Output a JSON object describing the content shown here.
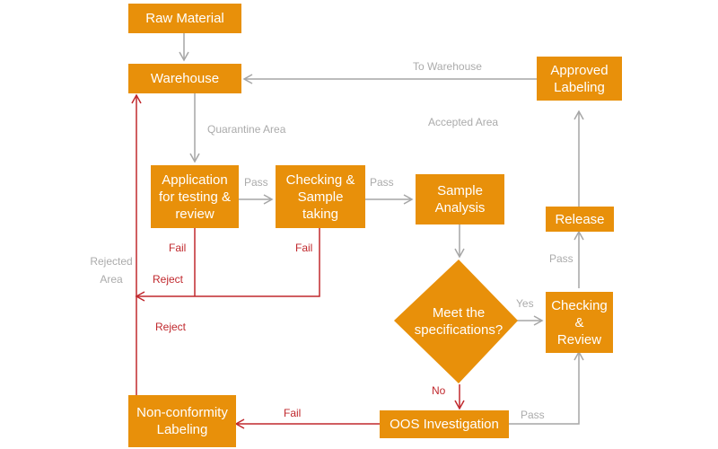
{
  "colors": {
    "node": "#E8900A",
    "gray_line": "#A6A6A6",
    "red_line": "#C0282D"
  },
  "nodes": {
    "raw_material": "Raw Material",
    "warehouse": "Warehouse",
    "application": "Application\nfor testing &\nreview",
    "checking_sample": "Checking &\nSample\ntaking",
    "sample_analysis": "Sample\nAnalysis",
    "meet_specs": "Meet the\nspecifications?",
    "checking_review": "Checking\n&\nReview",
    "release": "Release",
    "approved_labeling": "Approved\nLabeling",
    "oos_investigation": "OOS Investigation",
    "nonconformity": "Non-conformity\nLabeling"
  },
  "labels": {
    "to_warehouse": "To Warehouse",
    "quarantine_area": "Quarantine Area",
    "accepted_area": "Accepted Area",
    "rejected_area": "Rejected\nArea",
    "pass_1": "Pass",
    "pass_2": "Pass",
    "pass_3": "Pass",
    "pass_4": "Pass",
    "yes": "Yes",
    "no": "No",
    "fail_1": "Fail",
    "fail_2": "Fail",
    "fail_3": "Fail",
    "reject_1": "Reject",
    "reject_2": "Reject"
  }
}
